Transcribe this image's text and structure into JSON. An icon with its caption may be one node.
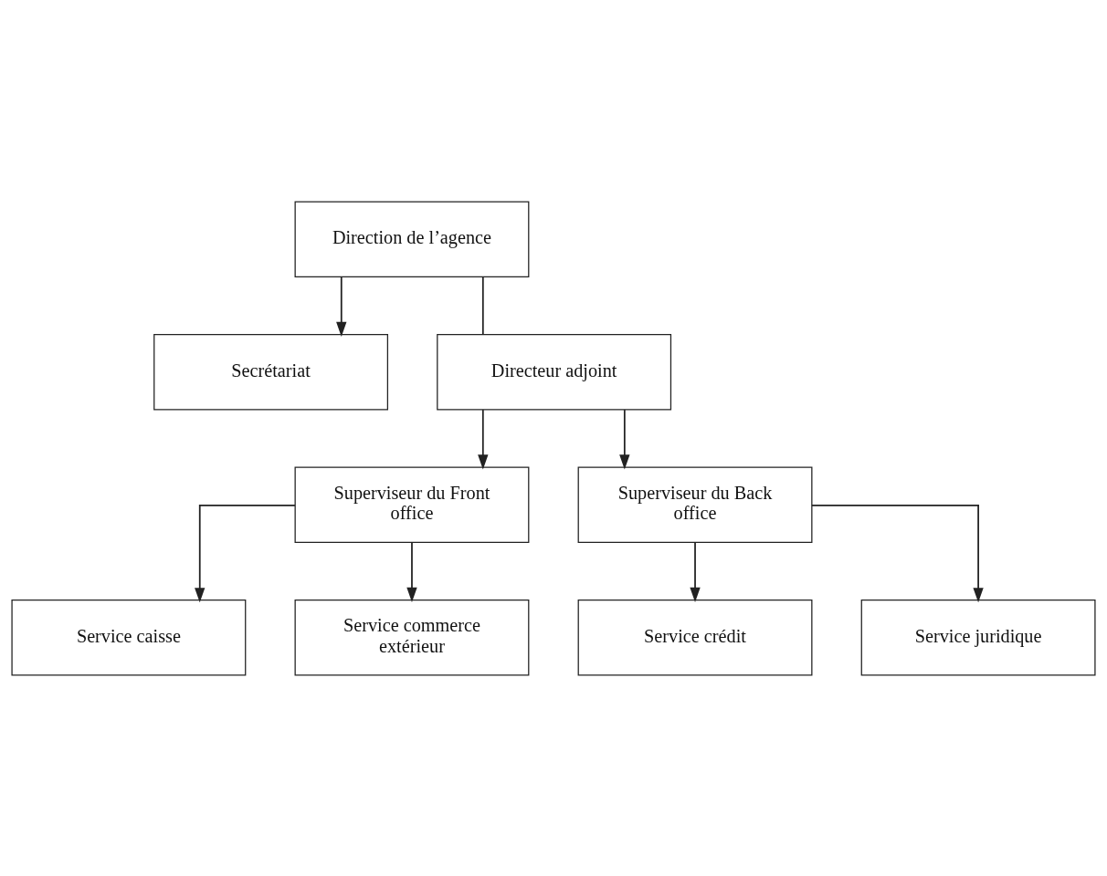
{
  "diagram": {
    "nodes": [
      {
        "text": [
          "Direction de l’agence"
        ]
      },
      {
        "text": [
          "Secrétariat"
        ]
      },
      {
        "text": [
          "Directeur adjoint"
        ]
      },
      {
        "text": [
          "Superviseur du Front office"
        ]
      },
      {
        "text": [
          "Superviseur du Back office"
        ]
      },
      {
        "text": [
          "Service caisse"
        ]
      },
      {
        "text": [
          "Service commerce extérieur"
        ]
      },
      {
        "text": [
          "Service crédit"
        ]
      },
      {
        "text": [
          "Service juridique"
        ]
      }
    ],
    "edges": [
      {
        "from": 0,
        "to": 2,
        "arrow": "none"
      },
      {
        "from": 0,
        "to": 1,
        "arrow": "to"
      },
      {
        "from": 2,
        "to": 3,
        "arrow": "to"
      },
      {
        "from": 2,
        "to": 4,
        "arrow": "to"
      },
      {
        "from": 3,
        "to": 5,
        "arrow": "to"
      },
      {
        "from": 3,
        "to": 6,
        "arrow": "to"
      },
      {
        "from": 4,
        "to": 7,
        "arrow": "to"
      },
      {
        "from": 4,
        "to": 8,
        "arrow": "to"
      }
    ]
  }
}
